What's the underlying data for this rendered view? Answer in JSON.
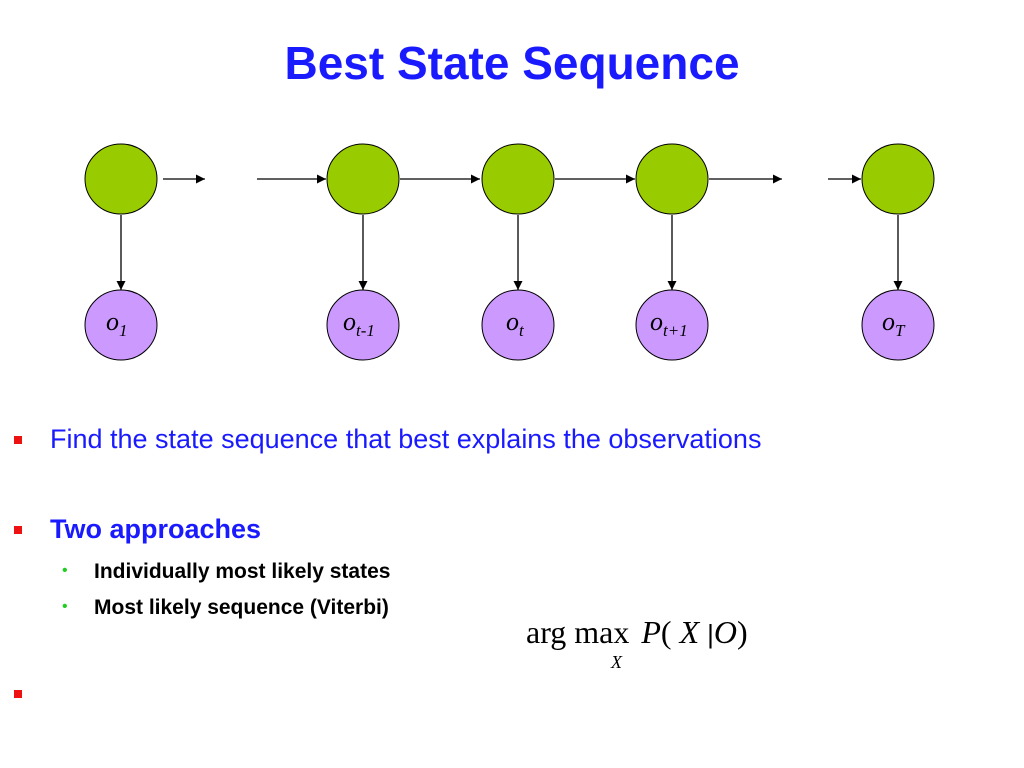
{
  "title": "Best State Sequence",
  "colors": {
    "title": "#1a1aff",
    "state_fill": "#99cc00",
    "observation_fill": "#cc99ff",
    "bullet_square": "#ee1111",
    "sub_bullet_dot": "#22cc22"
  },
  "diagram": {
    "observations": [
      {
        "base": "o",
        "sub": "1"
      },
      {
        "base": "o",
        "sub": "t-1"
      },
      {
        "base": "o",
        "sub": "t"
      },
      {
        "base": "o",
        "sub": "t+1"
      },
      {
        "base": "o",
        "sub": "T"
      }
    ]
  },
  "bullets": [
    {
      "text": "Find the state sequence that best explains the observations"
    },
    {
      "text": "Two approaches"
    },
    {
      "text": ""
    }
  ],
  "sub_bullets": [
    {
      "mark": "•",
      "text": "Individually most likely states"
    },
    {
      "mark": "•",
      "text": "Most likely sequence (Viterbi)"
    }
  ],
  "formula": {
    "argmax": "arg max",
    "prob": "P",
    "open": "(",
    "var": "X",
    "bar": "|",
    "given": "O",
    "close": ")",
    "subscript": "X"
  }
}
